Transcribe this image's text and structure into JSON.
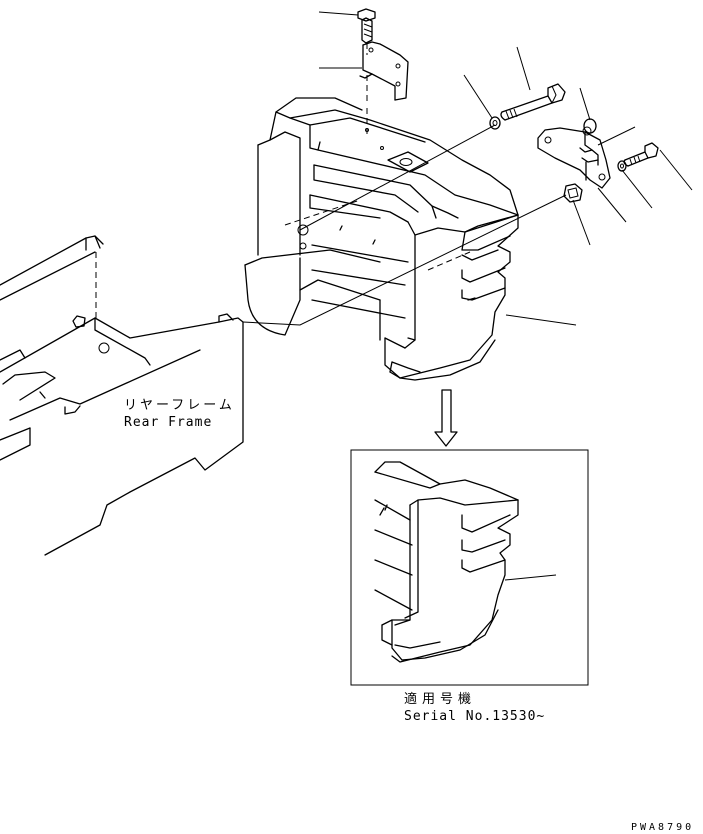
{
  "labels": {
    "rear_frame_jp": "リヤーフレーム",
    "rear_frame_en": "Rear Frame",
    "serial_jp": "適用号機",
    "serial_en": "Serial No.13530~",
    "drawing_code": "PWA8790"
  },
  "colors": {
    "line": "#000000",
    "background": "#ffffff"
  }
}
